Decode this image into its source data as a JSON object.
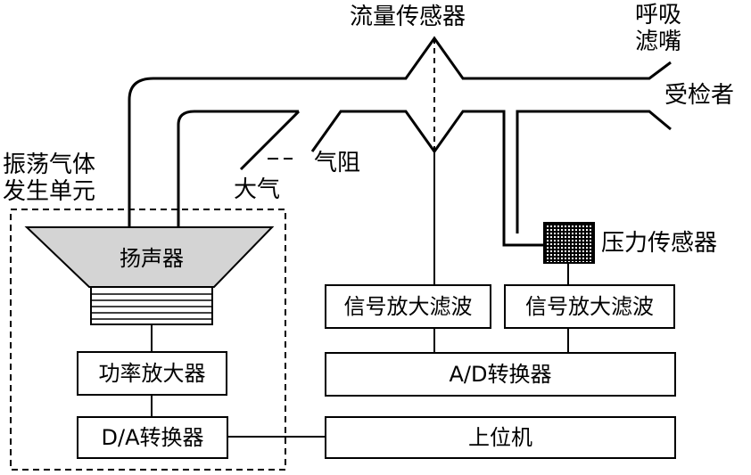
{
  "labels": {
    "flow_sensor": "流量传感器",
    "mouthpiece_line1": "呼吸",
    "mouthpiece_line2": "滤嘴",
    "subject": "受检者",
    "air_resistance": "气阻",
    "atmosphere": "大气",
    "oscillation_unit_line1": "振荡气体",
    "oscillation_unit_line2": "发生单元",
    "pressure_sensor": "压力传感器"
  },
  "blocks": {
    "speaker": "扬声器",
    "power_amp": "功率放大器",
    "da_converter": "D/A转换器",
    "filter_left": "信号放大滤波",
    "filter_right": "信号放大滤波",
    "ad_converter": "A/D转换器",
    "host_pc": "上位机"
  },
  "colors": {
    "line": "#000000",
    "speaker_fill": "#d4d4d4",
    "background": "#ffffff"
  }
}
